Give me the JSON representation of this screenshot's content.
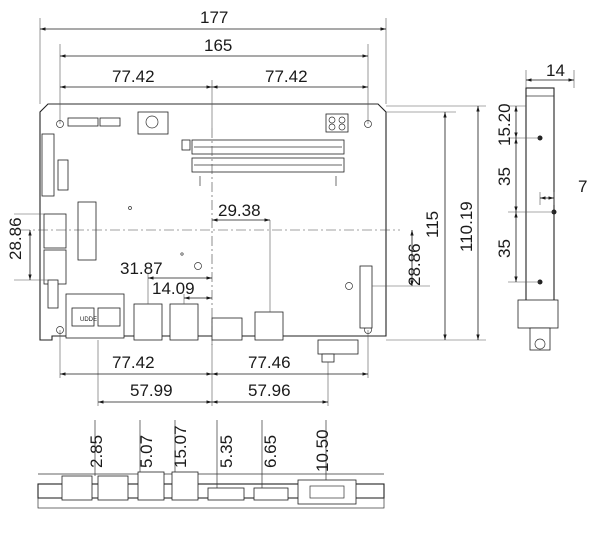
{
  "top_view": {
    "overall_width": "177",
    "hole_span_width": "165",
    "upper_left_half": "77.42",
    "upper_right_half": "77.42",
    "bottom_left_half": "77.42",
    "bottom_right_half": "77.46",
    "bottom_left_outer": "57.99",
    "bottom_right_outer": "57.96",
    "mid_offset": "29.38",
    "connector_offset_a": "31.87",
    "connector_offset_b": "14.09",
    "left_half_height": "28.86",
    "right_half_height": "28.86",
    "total_height": "115",
    "hole_span_height": "110.19",
    "ethernet_label": "UDDE"
  },
  "side_view": {
    "thickness": "14",
    "top_hole_offset": "15.20",
    "hole_pitch_upper": "35",
    "hole_pitch_lower": "35",
    "screw_offset": "7"
  },
  "front_view": {
    "rj45_height": "2.85",
    "usb_height_a": "5.07",
    "usb_height_b": "15.07",
    "hdmi_height": "5.35",
    "dp_height": "6.65",
    "com_height": "10.50"
  }
}
